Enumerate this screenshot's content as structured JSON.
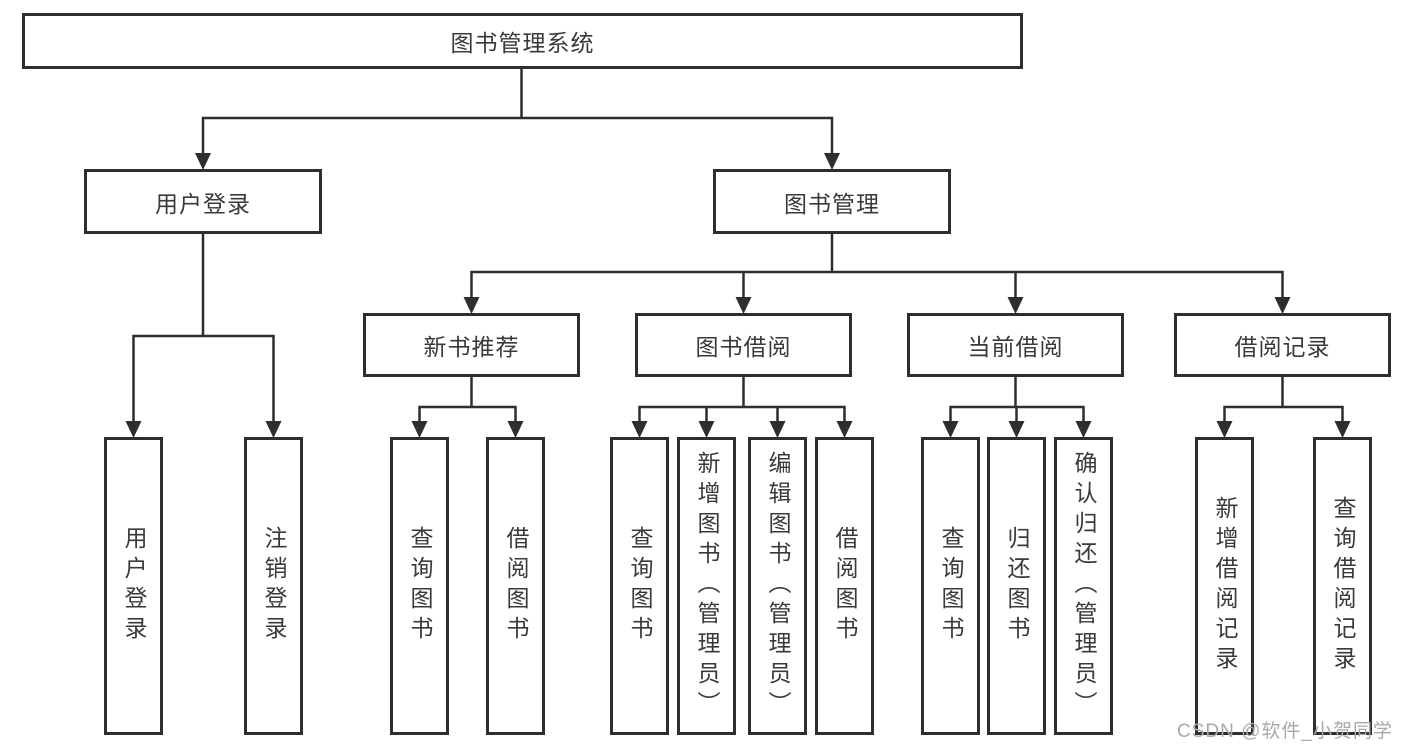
{
  "colors": {
    "line": "#2e2e2e",
    "text": "#3a3a3a",
    "watermark": "#a9a9ad",
    "bg": "#ffffff"
  },
  "watermark": {
    "text": "CSDN @软件_小贺同学"
  },
  "tree": {
    "label": "图书管理系统",
    "children": [
      {
        "label": "用户登录",
        "children": [
          {
            "label": "用户登录"
          },
          {
            "label": "注销登录"
          }
        ]
      },
      {
        "label": "图书管理",
        "children": [
          {
            "label": "新书推荐",
            "children": [
              {
                "label": "查询图书"
              },
              {
                "label": "借阅图书"
              }
            ]
          },
          {
            "label": "图书借阅",
            "children": [
              {
                "label": "查询图书"
              },
              {
                "label": "新增图书（管理员）"
              },
              {
                "label": "编辑图书（管理员）"
              },
              {
                "label": "借阅图书"
              }
            ]
          },
          {
            "label": "当前借阅",
            "children": [
              {
                "label": "查询图书"
              },
              {
                "label": "归还图书"
              },
              {
                "label": "确认归还（管理员）"
              }
            ]
          },
          {
            "label": "借阅记录",
            "children": [
              {
                "label": "新增借阅记录"
              },
              {
                "label": "查询借阅记录"
              }
            ]
          }
        ]
      }
    ]
  }
}
